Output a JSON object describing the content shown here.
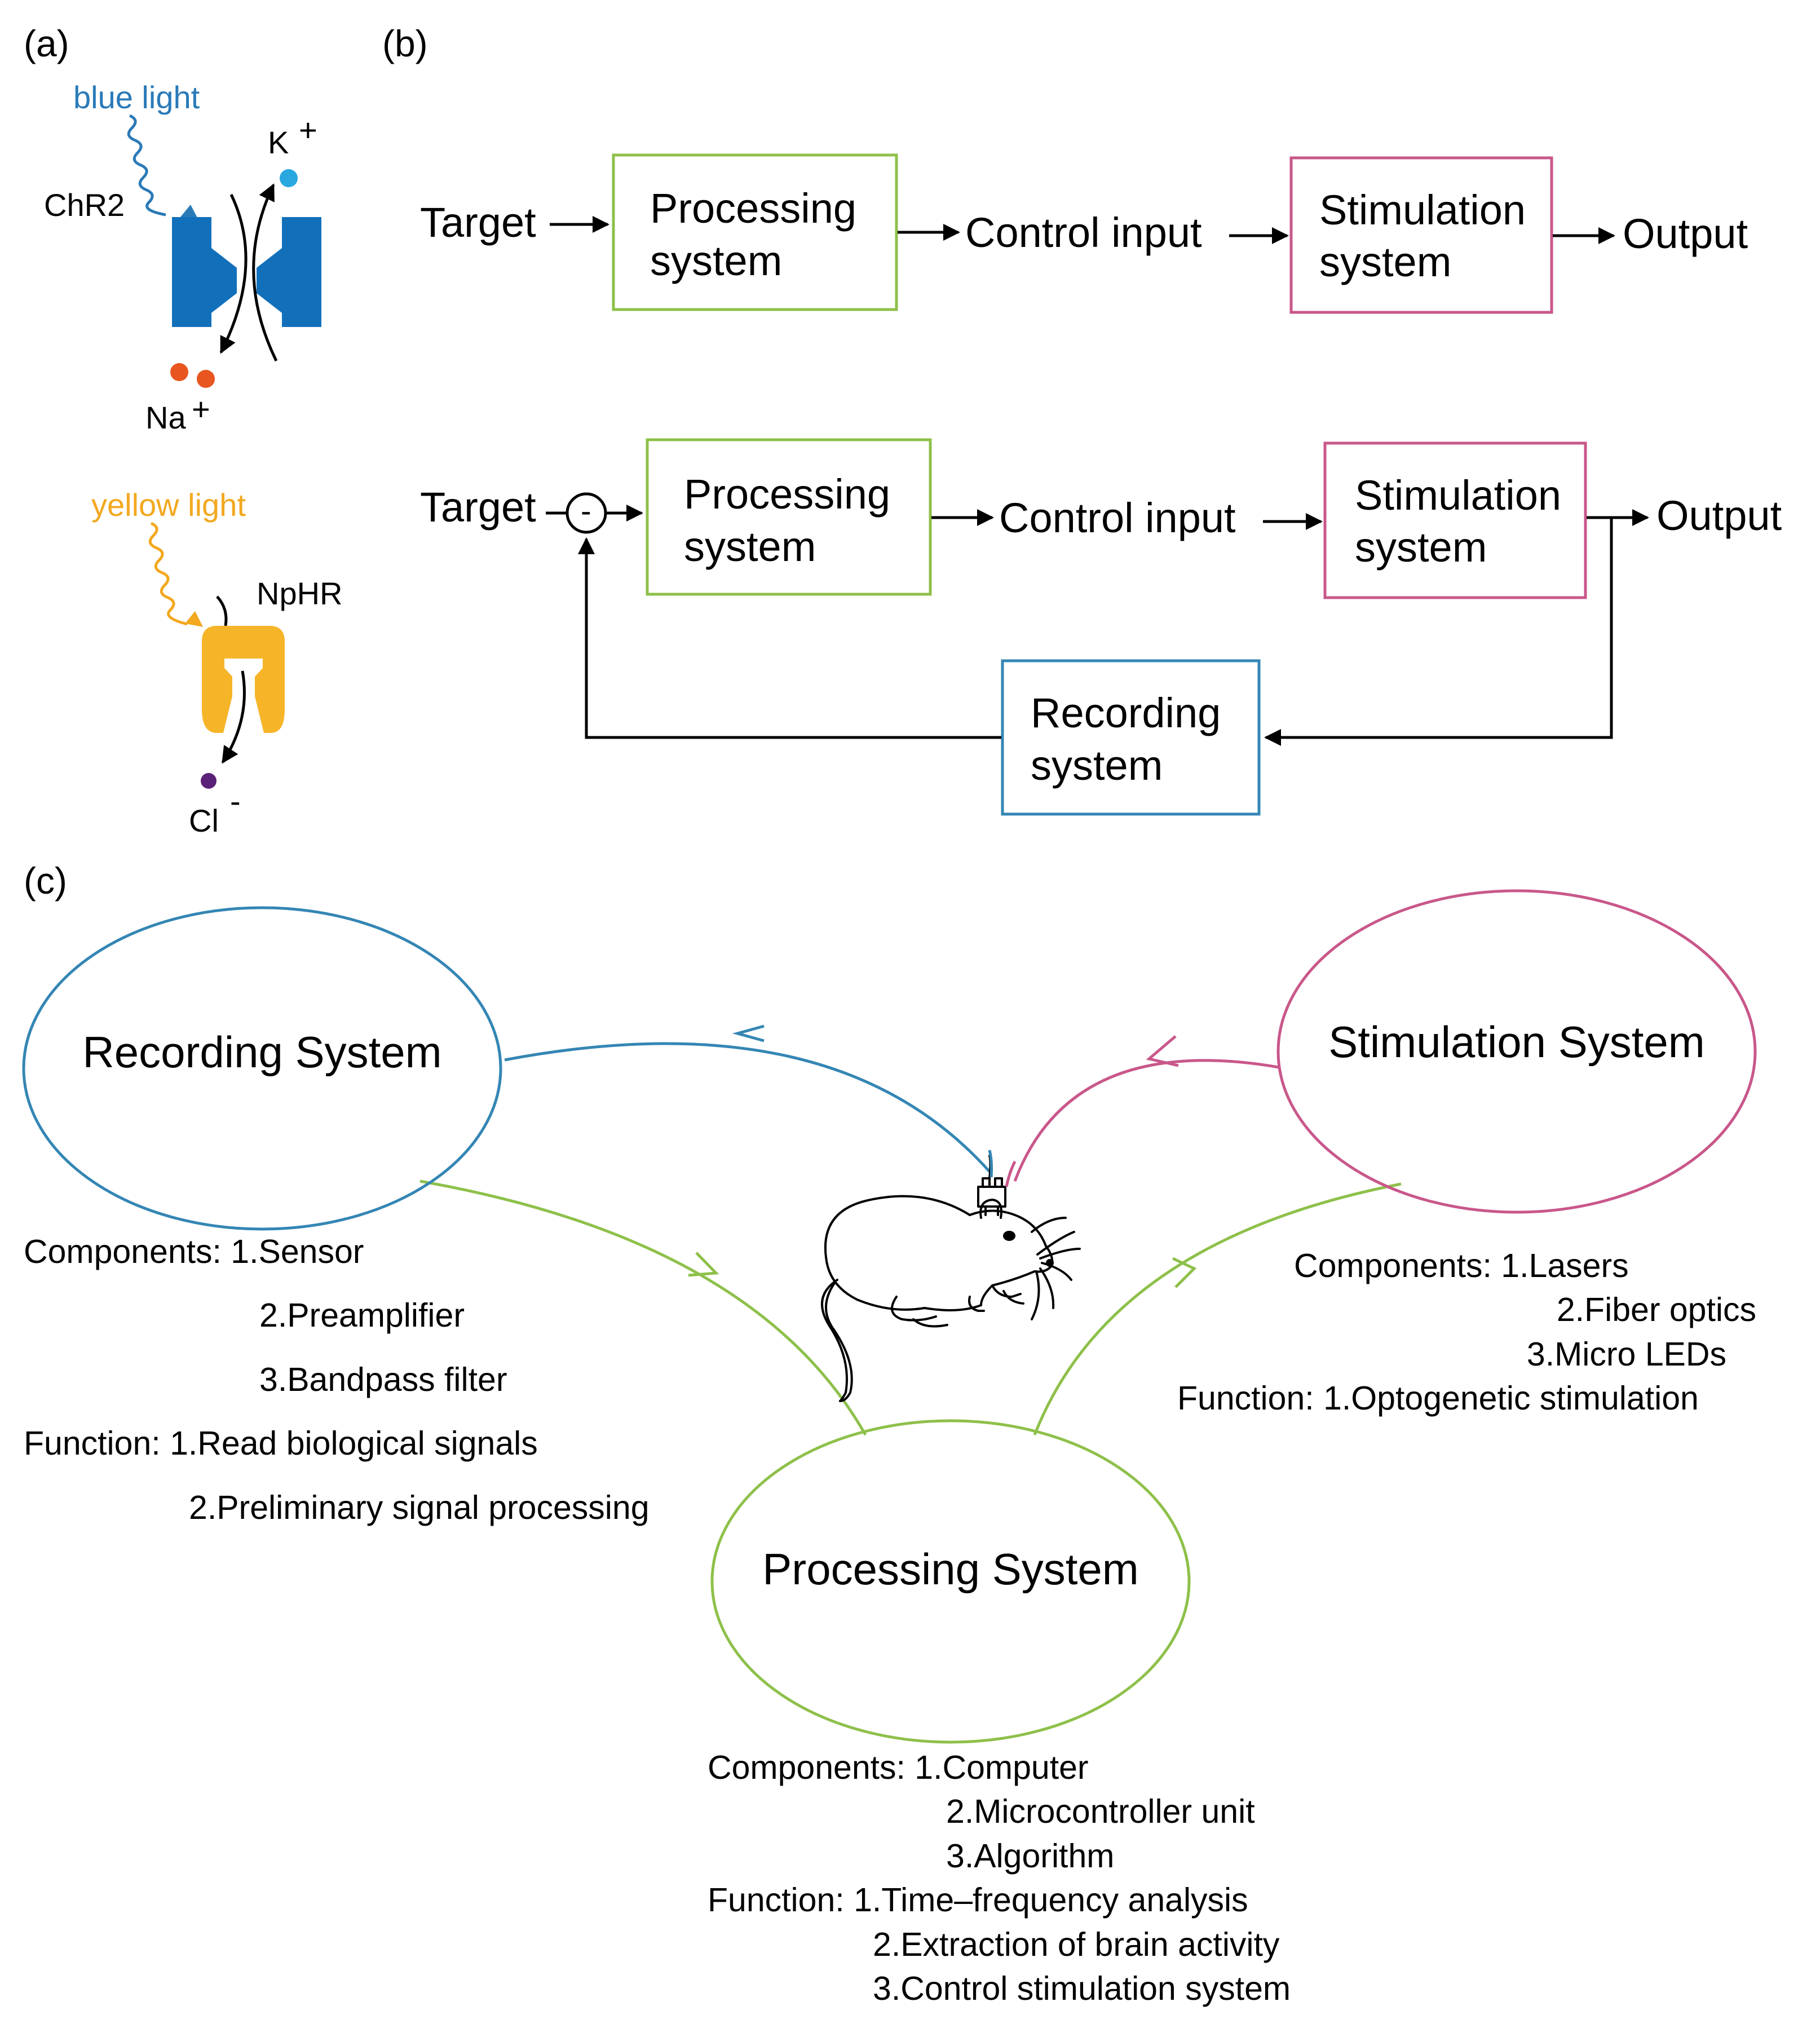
{
  "panels": {
    "a": "(a)",
    "b": "(b)",
    "c": "(c)"
  },
  "panel_a": {
    "blue_light": "blue light",
    "chr2": "ChR2",
    "k": "K",
    "k_charge": "+",
    "na": "Na",
    "na_charge": "+",
    "yellow_light": "yellow light",
    "nphr": "NpHR",
    "cl": "Cl",
    "cl_charge": "-"
  },
  "panel_b": {
    "open_loop": {
      "target": "Target",
      "processing": [
        "Processing",
        "system"
      ],
      "control_input": "Control input",
      "stimulation": [
        "Stimulation",
        "system"
      ],
      "output": "Output"
    },
    "closed_loop": {
      "target": "Target",
      "comparator": "-",
      "processing": [
        "Processing",
        "system"
      ],
      "control_input": "Control input",
      "stimulation": [
        "Stimulation",
        "system"
      ],
      "output": "Output",
      "recording": [
        "Recording",
        "system"
      ]
    }
  },
  "panel_c": {
    "recording": {
      "title": "Recording System",
      "lines": [
        "Components: 1.Sensor",
        "2.Preamplifier",
        "3.Bandpass filter",
        "Function: 1.Read biological signals",
        "2.Preliminary signal processing"
      ]
    },
    "stimulation": {
      "title": "Stimulation System",
      "lines": [
        "Components: 1.Lasers",
        "2.Fiber optics",
        "3.Micro LEDs",
        "Function: 1.Optogenetic stimulation"
      ]
    },
    "processing": {
      "title": "Processing System",
      "lines": [
        "Components: 1.Computer",
        "2.Microcontroller unit",
        "3.Algorithm",
        "Function: 1.Time–frequency analysis",
        "2.Extraction of brain activity",
        "3.Control stimulation system"
      ]
    }
  },
  "colors": {
    "blue_light": "#2a7ab8",
    "chr2": "#1270bb",
    "k_dot": "#29a8e0",
    "na_dot": "#e8551f",
    "yellow_light": "#f3a81f",
    "nphr": "#f6b428",
    "cl_dot": "#5b2178",
    "processing": "#8ec04a",
    "stimulation": "#c9578a",
    "recording": "#3486b4"
  },
  "icons": {
    "mouse": "mouse-icon"
  }
}
